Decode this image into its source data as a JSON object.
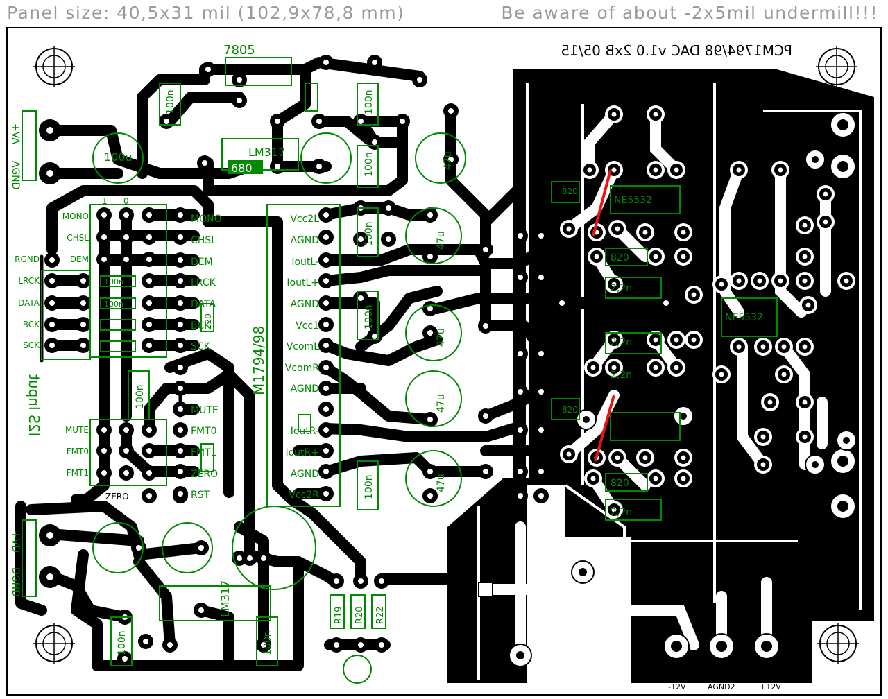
{
  "header": {
    "panel_size": "Panel size: 40,5x31 mil (102,9x78,8 mm)",
    "warning": "Be aware of about -2x5mil undermill!!!"
  },
  "board": {
    "title_mirrored": "PCM1794/98 DAC v1.0 2xB 05/15",
    "dac_chip": "M1794/98",
    "regulator_top": "7805",
    "regulator_lm": "LM317",
    "regulator_bottom": "LM317",
    "input_label": "I2S Input",
    "resistor_680": "680",
    "cap_100u": "100u",
    "opamp": "NE5532",
    "res_r19": "R19",
    "res_r20": "R20",
    "res_r22": "R22",
    "jumper_header": [
      "1",
      "0"
    ],
    "jumper_rows_top": [
      "MONO",
      "CHSL",
      "DEM"
    ],
    "signal_left": [
      "RGND",
      "LRCK",
      "DATA",
      "BCK",
      "SCK"
    ],
    "jumper_rows_bottom": [
      "MUTE",
      "FMT0",
      "FMT1"
    ],
    "zero_label": "ZERO",
    "chip_pins_left": [
      "MONO",
      "CHSL",
      "DEM",
      "LRCK",
      "DATA",
      "BCK",
      "SCK",
      "MUTE",
      "FMT0",
      "FMT1",
      "ZERO",
      "RST"
    ],
    "chip_pins_right": [
      "Vcc2L",
      "AGND",
      "IoutL-",
      "IoutL+",
      "AGND",
      "Vcc1",
      "VcomL",
      "VcomR",
      "AGND",
      "IoutR-",
      "IoutR+",
      "AGND",
      "Vcc2R"
    ],
    "power_top": [
      "+VA",
      "AGND"
    ],
    "power_bottom": [
      "+VD",
      "DGND"
    ],
    "bottom_right_labels": [
      "-12V",
      "AGND2",
      "+12V"
    ],
    "passive_values": [
      "100n",
      "100n",
      "100n",
      "100n",
      "100n",
      "100n",
      "100n",
      "100n",
      "100n",
      "100n",
      "100n",
      "47u",
      "47u",
      "47u",
      "47u",
      "47u",
      "2,2n",
      "2,2n",
      "2,2n",
      "2,2n",
      "820",
      "820",
      "820",
      "820",
      "220"
    ],
    "colors": {
      "copper": "#000000",
      "silkscreen": "#008a00",
      "jumper": "#ff0000",
      "header_text": "#9a9a9a"
    }
  }
}
